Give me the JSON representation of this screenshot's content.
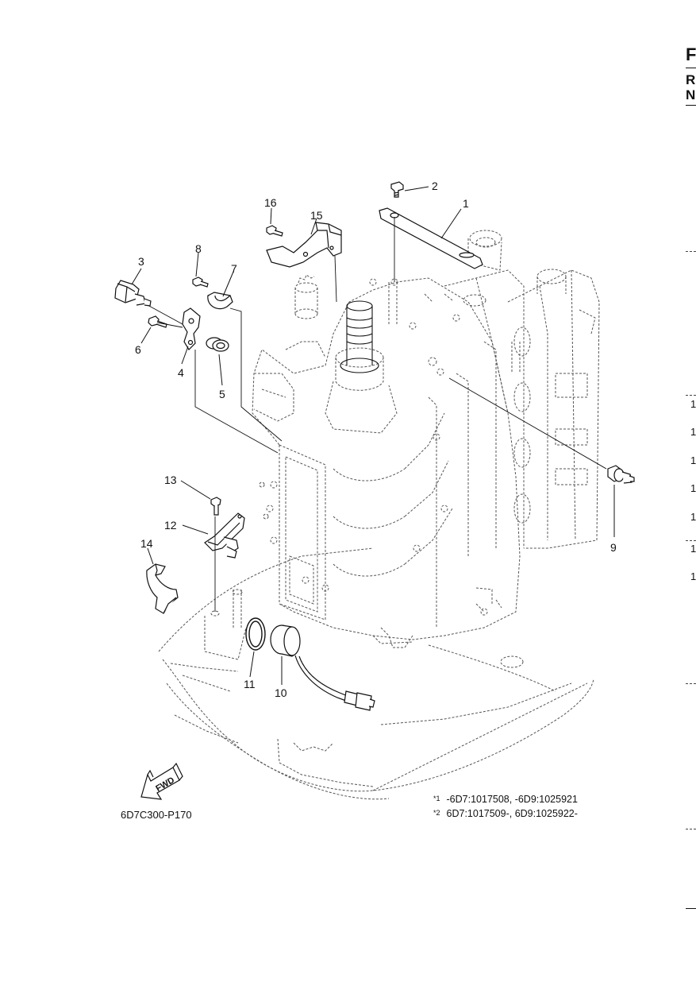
{
  "edge": {
    "big_letter": "F",
    "letters": [
      "R",
      "N"
    ],
    "numbers": [
      "1",
      "1",
      "1",
      "1",
      "1",
      "1",
      "1"
    ]
  },
  "drawing_code": "6D7C300-P170",
  "fwd_label": "FWD",
  "notes": [
    {
      "mark": "*1",
      "text": "-6D7:1017508, -6D9:1025921"
    },
    {
      "mark": "*2",
      "text": "6D7:1017509-, 6D9:1025922-"
    }
  ],
  "callouts": [
    "1",
    "2",
    "3",
    "4",
    "5",
    "6",
    "7",
    "8",
    "9",
    "10",
    "11",
    "12",
    "13",
    "14",
    "15",
    "16"
  ],
  "colors": {
    "line": "#111111",
    "ghost": "#555555",
    "paper": "#ffffff"
  }
}
